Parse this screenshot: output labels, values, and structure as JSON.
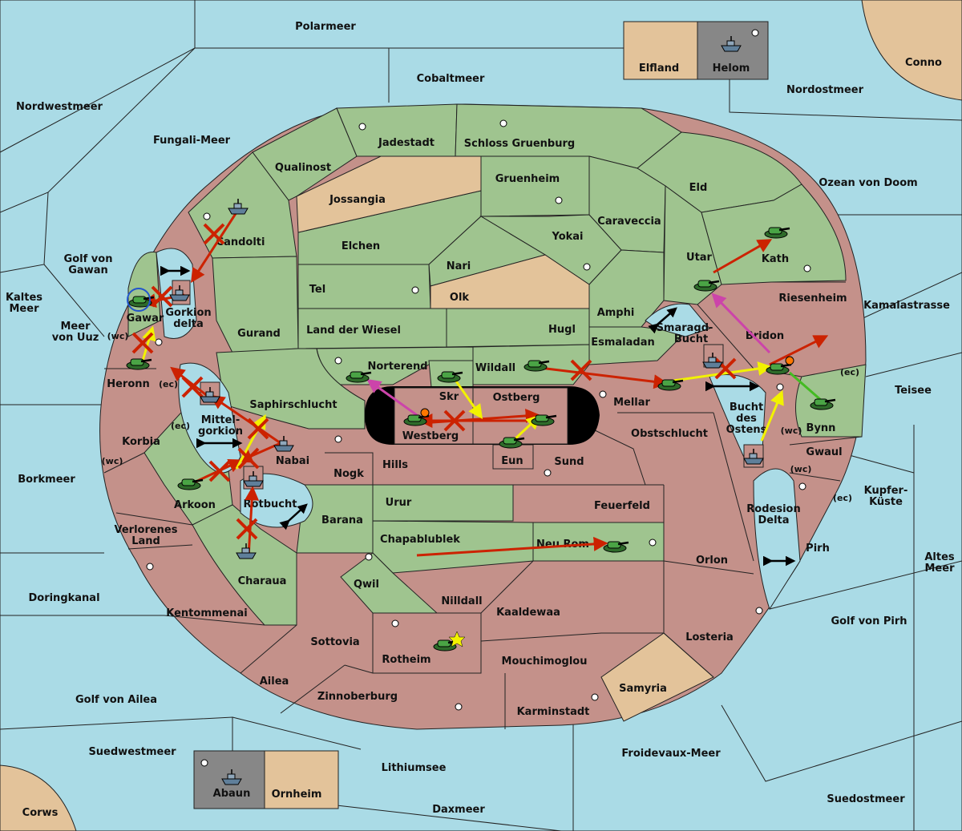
{
  "sea_labels": {
    "polarmeer": "Polarmeer",
    "cobaltmeer": "Cobaltmeer",
    "nordwestmeer": "Nordwestmeer",
    "fungali": "Fungali-Meer",
    "nordostmeer": "Nordostmeer",
    "ozean": "Ozean von Doom",
    "kamalastrasse": "Kamalastrasse",
    "teisee": "Teisee",
    "kupfer1": "Kupfer-",
    "kupfer2": "Küste",
    "altes1": "Altes",
    "altes2": "Meer",
    "golfpirh": "Golf von Pirh",
    "suedostmeer": "Suedostmeer",
    "froidevaux": "Froidevaux-Meer",
    "daxmeer": "Daxmeer",
    "lithiumsee": "Lithiumsee",
    "suedwestmeer": "Suedwestmeer",
    "golfailea": "Golf von Ailea",
    "doringkanal": "Doringkanal",
    "borkmeer": "Borkmeer",
    "kaltes1": "Kaltes",
    "kaltes2": "Meer",
    "uuz1": "Meer",
    "uuz2": "von Uuz",
    "gawan1": "Golf von",
    "gawan2": "Gawan",
    "smaragd1": "Smaragd-",
    "smaragd2": "Bucht",
    "bucht1": "Bucht",
    "bucht2": "des",
    "bucht3": "Ostens",
    "rodesion1": "Rodesion",
    "rodesion2": "Delta",
    "mittel1": "Mittel-",
    "mittel2": "gorkion",
    "gorkion1": "Gorkion",
    "gorkion2": "delta",
    "rotbucht": "Rotbucht"
  },
  "land_labels": {
    "elfland": "Elfland",
    "helom": "Helom",
    "conno": "Conno",
    "corws": "Corws",
    "abaun": "Abaun",
    "ornheim": "Ornheim",
    "jadestadt": "Jadestadt",
    "schloss": "Schloss Gruenburg",
    "qualinost": "Qualinost",
    "jossangia": "Jossangia",
    "gruenheim": "Gruenheim",
    "eld": "Eld",
    "caraveccia": "Caraveccia",
    "candolti": "Candolti",
    "elchen": "Elchen",
    "yokai": "Yokai",
    "nari": "Nari",
    "olk": "Olk",
    "utar": "Utar",
    "kath": "Kath",
    "tel": "Tel",
    "gurand": "Gurand",
    "amphi": "Amphi",
    "riesenheim": "Riesenheim",
    "gawar": "Gawar",
    "landwiesel": "Land der Wiesel",
    "hugl": "Hugl",
    "esmaladan": "Esmaladan",
    "bridon": "Bridon",
    "heronn": "Heronn",
    "norterend": "Norterend",
    "wildall": "Wildall",
    "saphir": "Saphirschlucht",
    "skr": "Skr",
    "ostberg": "Ostberg",
    "mellar": "Mellar",
    "westberg": "Westberg",
    "bynn": "Bynn",
    "korbia": "Korbia",
    "nabai": "Nabai",
    "obstschlucht": "Obstschlucht",
    "eun": "Eun",
    "sund": "Sund",
    "hills": "Hills",
    "gwaul": "Gwaul",
    "nogk": "Nogk",
    "arkoon": "Arkoon",
    "urur": "Urur",
    "feuerfeld": "Feuerfeld",
    "barana": "Barana",
    "pirh": "Pirh",
    "verlorenes1": "Verlorenes",
    "verlorenes2": "Land",
    "chapa": "Chapablublek",
    "neurom": "Neu Rom",
    "orlon": "Orlon",
    "charaua": "Charaua",
    "qwil": "Qwil",
    "nilldall": "Nilldall",
    "kentommenai": "Kentommenai",
    "kaaldewaa": "Kaaldewaa",
    "losteria": "Losteria",
    "sottovia": "Sottovia",
    "rotheim": "Rotheim",
    "mouchi": "Mouchimoglou",
    "ailea": "Ailea",
    "samyria": "Samyria",
    "zinnoberburg": "Zinnoberburg",
    "karminstadt": "Karminstadt"
  },
  "coast_tags": {
    "wc": "(wc)",
    "ec": "(ec)"
  },
  "colors": {
    "sea": "#aadbe6",
    "power_green": "#9fc48f",
    "power_red": "#c4918a",
    "neutral": "#e3c39a",
    "impassable": "#878787",
    "move": "#cc2200",
    "support": "#f2f200",
    "convoy": "#cc44aa",
    "hold_support": "#44bb22"
  }
}
